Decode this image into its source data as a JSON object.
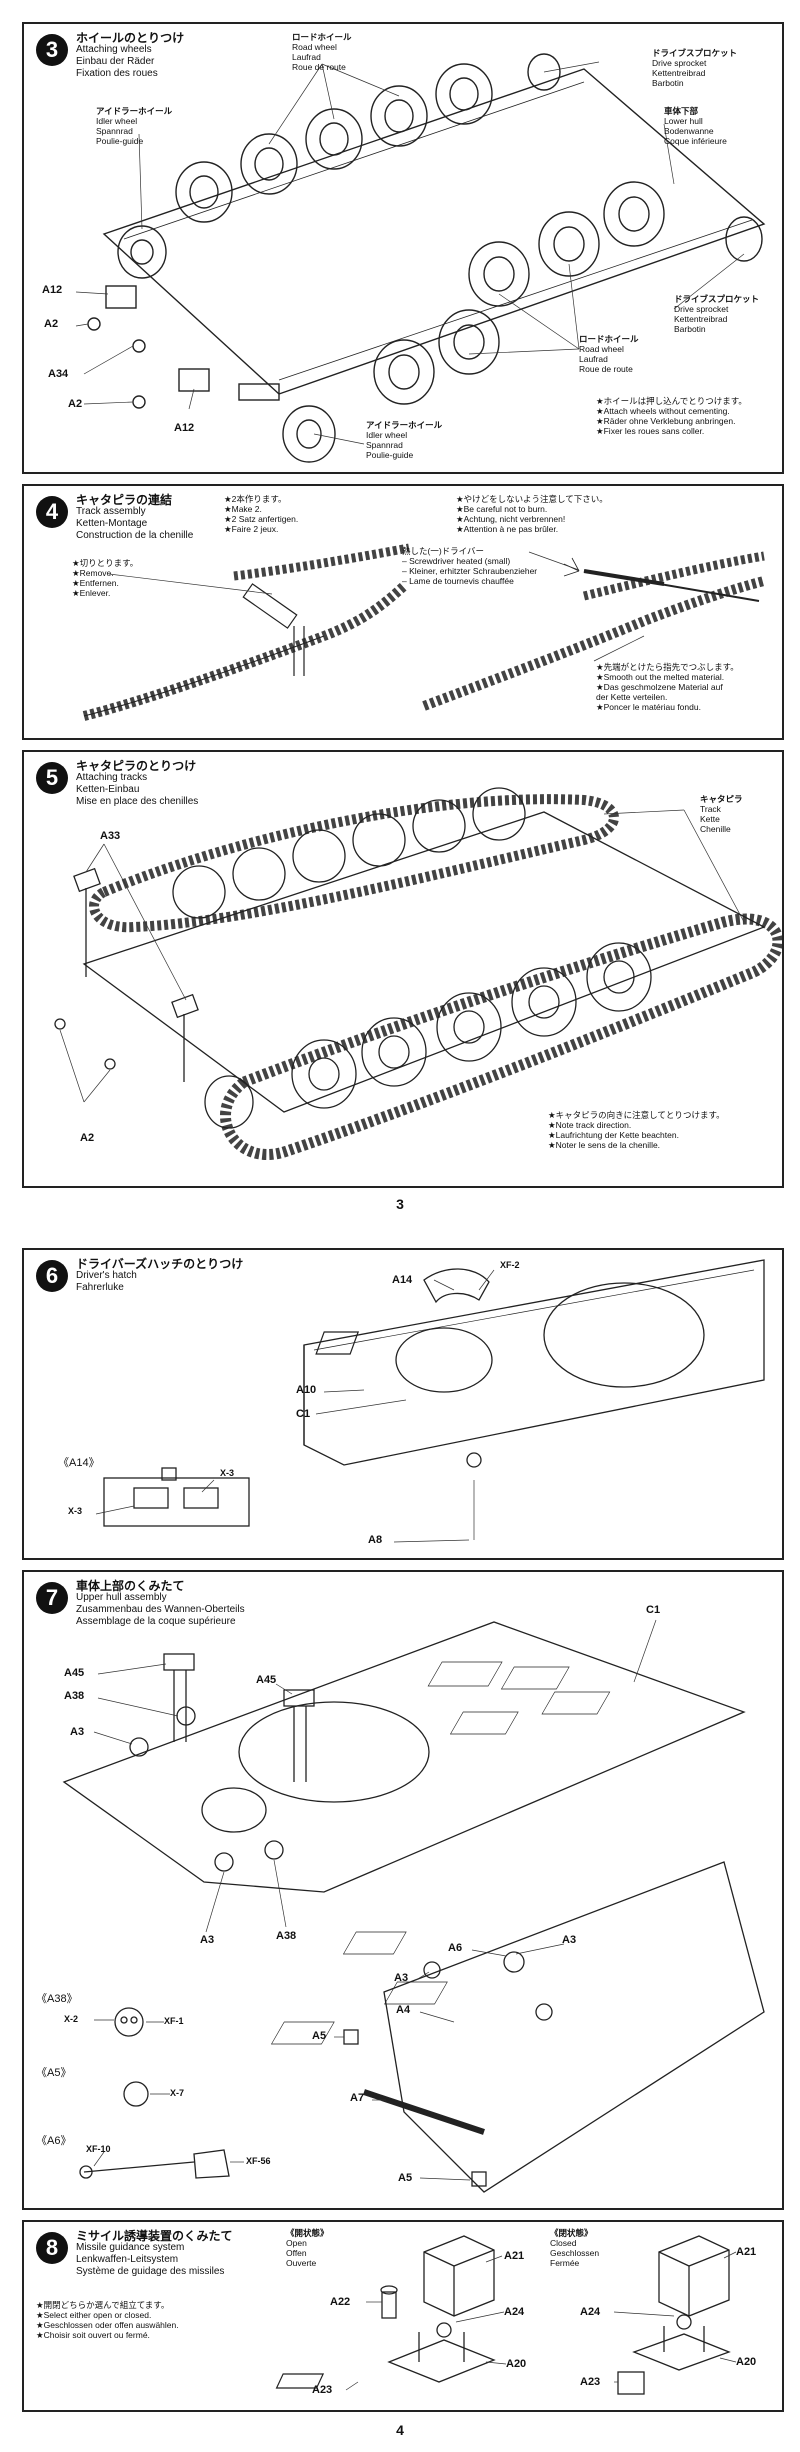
{
  "steps": {
    "s3": {
      "number": "3",
      "title": [
        "ホイールのとりつけ",
        "Attaching wheels",
        "Einbau der Räder",
        "Fixation des roues"
      ],
      "labels": {
        "road_wheel_top": [
          "ロードホイール",
          "Road wheel",
          "Laufrad",
          "Roue de route"
        ],
        "drive_sprocket_top": [
          "ドライブスプロケット",
          "Drive sprocket",
          "Kettentreibrad",
          "Barbotin"
        ],
        "lower_hull": [
          "車体下部",
          "Lower hull",
          "Bodenwanne",
          "Coque inférieure"
        ],
        "idler_left": [
          "アイドラーホイール",
          "Idler wheel",
          "Spannrad",
          "Poulie-guide"
        ],
        "drive_sprocket_bottom": [
          "ドライブスプロケット",
          "Drive sprocket",
          "Kettentreibrad",
          "Barbotin"
        ],
        "road_wheel_bottom": [
          "ロードホイール",
          "Road wheel",
          "Laufrad",
          "Roue de route"
        ],
        "idler_bottom": [
          "アイドラーホイール",
          "Idler wheel",
          "Spannrad",
          "Poulie-guide"
        ]
      },
      "parts": {
        "a12_left": "A12",
        "a2_left": "A2",
        "a34": "A34",
        "a2_bottom": "A2",
        "a12_bottom": "A12"
      },
      "note": [
        "★ホイールは押し込んでとりつけます。",
        "★Attach wheels without cementing.",
        "★Räder ohne Verklebung anbringen.",
        "★Fixer les roues sans coller."
      ]
    },
    "s4": {
      "number": "4",
      "title": [
        "キャタピラの連結",
        "Track assembly",
        "Ketten-Montage",
        "Construction de la chenille"
      ],
      "make2": [
        "★2本作ります。",
        "★Make 2.",
        "★2 Satz anfertigen.",
        "★Faire 2 jeux."
      ],
      "remove": [
        "★切りとります。",
        "★Remove.",
        "★Entfernen.",
        "★Enlever."
      ],
      "careful": [
        "★やけどをしないよう注意して下さい。",
        "★Be careful not to burn.",
        "★Achtung, nicht verbrennen!",
        "★Attention à ne pas brûler."
      ],
      "screwdriver": [
        "熱した(一)ドライバー",
        "– Screwdriver heated (small)",
        "– Kleiner, erhitzter Schraubenzieher",
        "– Lame de tournevis chauffée"
      ],
      "smooth": [
        "★先端がとけたら指先でつぶします。",
        "★Smooth out the melted material.",
        "★Das geschmolzene Material auf",
        "der Kette verteilen.",
        "★Poncer le matériau fondu."
      ]
    },
    "s5": {
      "number": "5",
      "title": [
        "キャタピラのとりつけ",
        "Attaching tracks",
        "Ketten-Einbau",
        "Mise en place des chenilles"
      ],
      "track": [
        "キャタピラ",
        "Track",
        "Kette",
        "Chenille"
      ],
      "parts": {
        "a33": "A33",
        "a2": "A2"
      },
      "note": [
        "★キャタピラの向きに注意してとりつけます。",
        "★Note track direction.",
        "★Laufrichtung der Kette beachten.",
        "★Noter le sens de la chenille."
      ]
    },
    "s6": {
      "number": "6",
      "title": [
        "ドライバーズハッチのとりつけ",
        "Driver's hatch",
        "Fahrerluke",
        "Trappe du conducteur"
      ],
      "parts": {
        "a14": "A14",
        "xf2": "XF-2",
        "a10": "A10",
        "c1": "C1",
        "a8": "A8",
        "detail": "《A14》",
        "x3a": "X-3",
        "x3b": "X-3"
      }
    },
    "s7": {
      "number": "7",
      "title": [
        "車体上部のくみたて",
        "Upper hull assembly",
        "Zusammenbau des Wannen-Oberteils",
        "Assemblage de la coque supérieure"
      ],
      "parts": {
        "a45_left": "A45",
        "a45_right": "A45",
        "a38_left": "A38",
        "a3_left": "A3",
        "a3_bottom": "A3",
        "a38_bottom": "A38",
        "c1": "C1",
        "a6": "A6",
        "a3_right": "A3",
        "a3_mid": "A3",
        "a4": "A4",
        "a5_left": "A5",
        "a7": "A7",
        "a5_bottom": "A5"
      },
      "details": {
        "a38": "《A38》",
        "x2": "X-2",
        "xf1": "XF-1",
        "a5": "《A5》",
        "x7": "X-7",
        "a6": "《A6》",
        "xf10": "XF-10",
        "xf56": "XF-56"
      }
    },
    "s8": {
      "number": "8",
      "title": [
        "ミサイル誘導装置のくみたて",
        "Missile guidance system",
        "Lenkwaffen-Leitsystem",
        "Système de guidage des missiles"
      ],
      "note": [
        "★開閉どちらか選んで組立てます。",
        "★Select either open or closed.",
        "★Geschlossen oder offen auswählen.",
        "★Choisir soit ouvert ou fermé."
      ],
      "open": [
        "《開状態》",
        "Open",
        "Offen",
        "Ouverte"
      ],
      "closed": [
        "《閉状態》",
        "Closed",
        "Geschlossen",
        "Fermée"
      ],
      "parts": {
        "a21_open": "A21",
        "a22": "A22",
        "a24_open": "A24",
        "a20_open": "A20",
        "a23_open": "A23",
        "a21_closed": "A21",
        "a24_closed": "A24",
        "a23_closed": "A23",
        "a20_closed": "A20"
      }
    }
  },
  "page_numbers": {
    "p3": "3",
    "p4": "4"
  }
}
